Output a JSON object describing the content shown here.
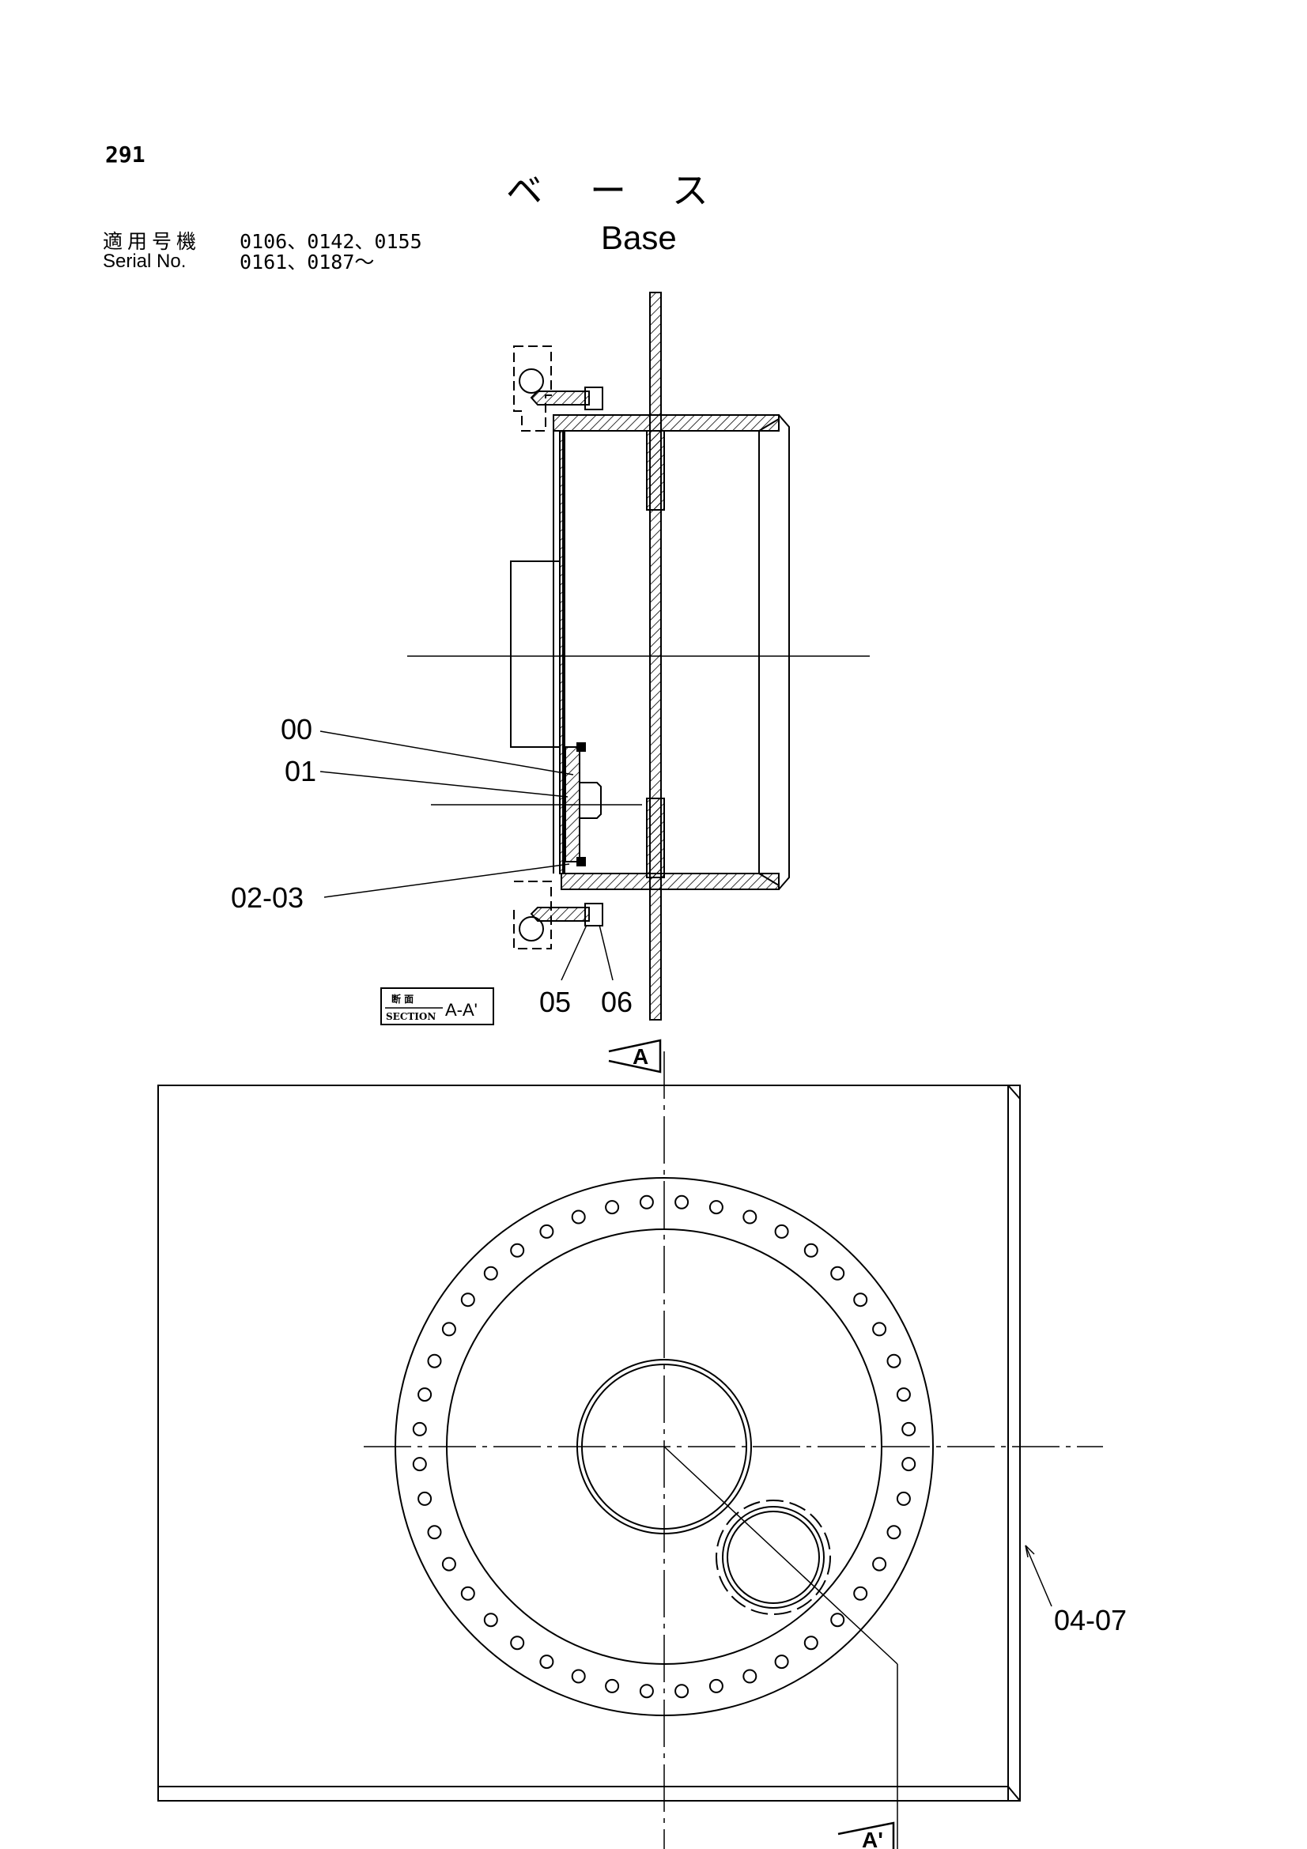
{
  "page_number": "291",
  "title": {
    "jp": "ベース",
    "en": "Base"
  },
  "serial": {
    "label_jp": "適用号機",
    "label_en": "Serial No.",
    "values_line1": "0106、0142、0155",
    "values_line2": "0161、0187～"
  },
  "callouts": [
    "00",
    "01",
    "02-03",
    "05",
    "06",
    "04-07"
  ],
  "section_box": {
    "jp": "断 面",
    "en": "SECTION",
    "label": "A-A'"
  },
  "section_markers": {
    "top": "A",
    "bottom": "A'"
  },
  "colors": {
    "ink": "#000000",
    "paper": "#ffffff"
  }
}
